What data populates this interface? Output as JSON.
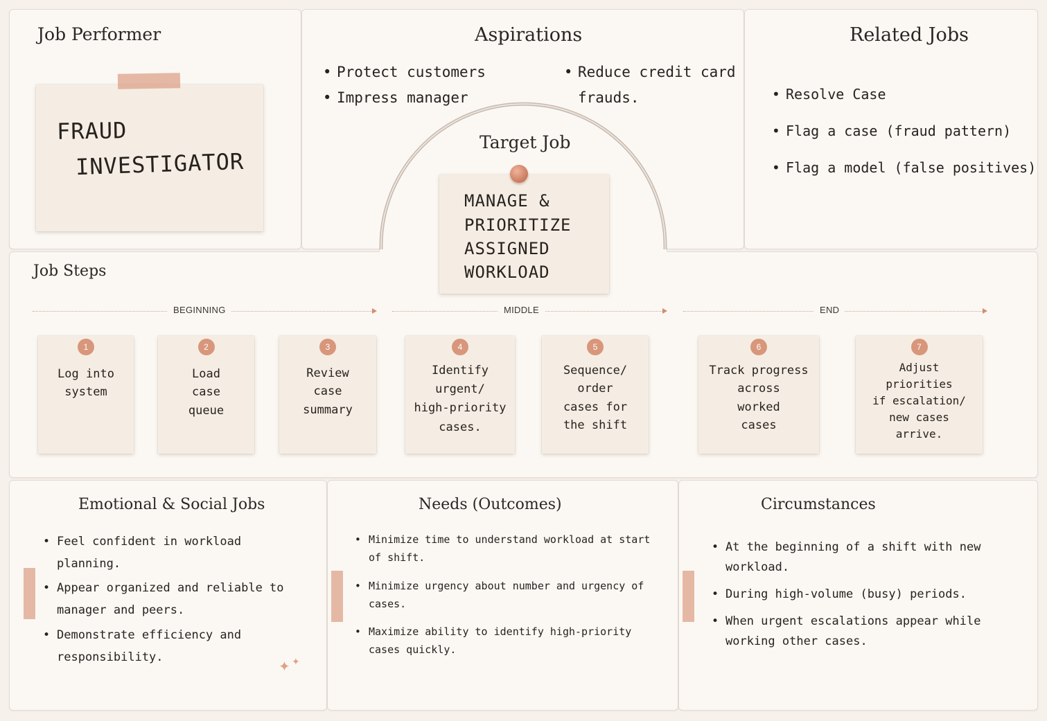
{
  "job_performer": {
    "title": "Job Performer",
    "note_line1": "FRAUD",
    "note_line2": "INVESTIGATOR"
  },
  "aspirations": {
    "title": "Aspirations",
    "left_items": [
      "Protect customers",
      "Impress manager"
    ],
    "right_items": [
      "Reduce credit card frauds."
    ]
  },
  "target_job": {
    "title": "Target Job",
    "note_lines": [
      "MANAGE &",
      "PRIORITIZE",
      "ASSIGNED",
      "WORKLOAD"
    ]
  },
  "related_jobs": {
    "title": "Related Jobs",
    "items": [
      "Resolve Case",
      "Flag a case (fraud pattern)",
      "Flag a model (false positives)"
    ]
  },
  "job_steps": {
    "title": "Job Steps",
    "phases": [
      "BEGINNING",
      "MIDDLE",
      "END"
    ],
    "steps": [
      {
        "num": "1",
        "text": "Log into\nsystem"
      },
      {
        "num": "2",
        "text": "Load\ncase\nqueue"
      },
      {
        "num": "3",
        "text": "Review\ncase\nsummary"
      },
      {
        "num": "4",
        "text": "Identify\nurgent/\nhigh-priority\ncases."
      },
      {
        "num": "5",
        "text": "Sequence/\norder\ncases for\nthe shift"
      },
      {
        "num": "6",
        "text": "Track progress\nacross\nworked\ncases"
      },
      {
        "num": "7",
        "text": "Adjust\npriorities\nif escalation/\nnew cases\narrive."
      }
    ]
  },
  "emotional_social": {
    "title": "Emotional & Social Jobs",
    "items": [
      "Feel confident in workload planning.",
      "Appear organized and reliable to manager and peers.",
      "Demonstrate efficiency and responsibility."
    ]
  },
  "needs": {
    "title": "Needs (Outcomes)",
    "items": [
      "Minimize time to understand workload at start of shift.",
      "Minimize urgency about number and urgency of cases.",
      "Maximize ability to identify high-priority cases quickly."
    ]
  },
  "circumstances": {
    "title": "Circumstances",
    "items": [
      "At the beginning of a shift with new workload.",
      "During high-volume (busy) periods.",
      "When urgent escalations appear while working other cases."
    ]
  },
  "colors": {
    "accent": "#d8967b",
    "note_paper": "#f5ede3",
    "panel_bg": "#fbf8f4",
    "tape": "#dda087"
  }
}
